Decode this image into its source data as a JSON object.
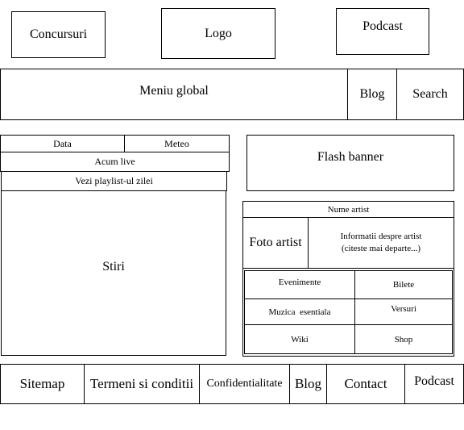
{
  "header": {
    "contests": "Concursuri",
    "logo": "Logo",
    "podcast": "Podcast"
  },
  "navbar": {
    "global_menu": "Meniu global",
    "blog": "Blog",
    "search": "Search"
  },
  "left_panel": {
    "date": "Data",
    "weather": "Meteo",
    "now_live": "Acum live",
    "playlist": "Vezi playlist-ul zilei",
    "news": "Stiri"
  },
  "right_panel": {
    "flash_banner": "Flash banner",
    "artist_name": "Nume artist",
    "artist_photo": "Foto artist",
    "artist_info_line1": "Informatii despre artist",
    "artist_info_line2": "(citeste mai departe...)",
    "grid": {
      "events": "Evenimente",
      "tickets": "Bilete",
      "essential_music": "Muzica  esentiala",
      "lyrics": "Versuri",
      "wiki": "Wiki",
      "shop": "Shop"
    }
  },
  "footer": {
    "sitemap": "Sitemap",
    "terms": "Termeni si conditii",
    "privacy": "Confidentialitate",
    "blog": "Blog",
    "contact": "Contact",
    "podcast": "Podcast"
  }
}
